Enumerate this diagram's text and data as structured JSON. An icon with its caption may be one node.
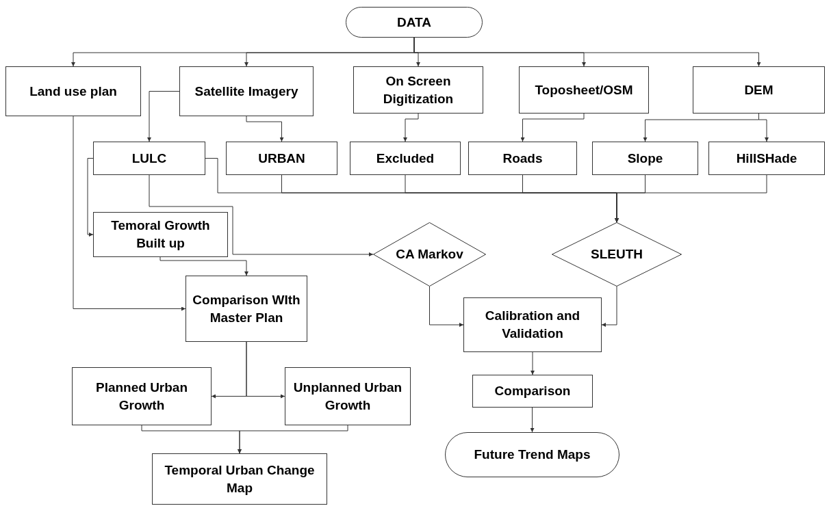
{
  "diagram": {
    "nodes": [
      {
        "text": [
          "DATA"
        ]
      },
      {
        "text": [
          "Land use plan"
        ]
      },
      {
        "text": [
          "Satellite Imagery"
        ]
      },
      {
        "text": [
          "On Screen Digitization"
        ]
      },
      {
        "text": [
          "Toposheet/OSM"
        ]
      },
      {
        "text": [
          "DEM"
        ]
      },
      {
        "text": [
          "LULC"
        ]
      },
      {
        "text": [
          "URBAN"
        ]
      },
      {
        "text": [
          "Excluded"
        ]
      },
      {
        "text": [
          "Roads"
        ]
      },
      {
        "text": [
          "Slope"
        ]
      },
      {
        "text": [
          "HillSHade"
        ]
      },
      {
        "text": [
          "Temoral Growth Built up"
        ]
      },
      {
        "text": [
          "CA Markov"
        ]
      },
      {
        "text": [
          "SLEUTH"
        ]
      },
      {
        "text": [
          "Comparison WIth Master Plan"
        ]
      },
      {
        "text": [
          "Calibration and Validation"
        ]
      },
      {
        "text": [
          "Planned Urban Growth"
        ]
      },
      {
        "text": [
          "Unplanned Urban Growth"
        ]
      },
      {
        "text": [
          "Comparison"
        ]
      },
      {
        "text": [
          "Future Trend Maps"
        ]
      },
      {
        "text": [
          "Temporal Urban Change Map"
        ]
      }
    ],
    "edges": [
      {
        "from": 0,
        "to": 1,
        "arrow": "to"
      },
      {
        "from": 0,
        "to": 2,
        "arrow": "to"
      },
      {
        "from": 0,
        "to": 3,
        "arrow": "to"
      },
      {
        "from": 0,
        "to": 4,
        "arrow": "to"
      },
      {
        "from": 0,
        "to": 5,
        "arrow": "to"
      },
      {
        "from": 2,
        "to": 6,
        "arrow": "to"
      },
      {
        "from": 2,
        "to": 7,
        "arrow": "to"
      },
      {
        "from": 3,
        "to": 8,
        "arrow": "to"
      },
      {
        "from": 4,
        "to": 9,
        "arrow": "to"
      },
      {
        "from": 5,
        "to": 10,
        "arrow": "to"
      },
      {
        "from": 5,
        "to": 11,
        "arrow": "to"
      },
      {
        "from": 6,
        "to": 12,
        "arrow": "to"
      },
      {
        "from": 6,
        "to": 14,
        "arrow": "to"
      },
      {
        "from": 7,
        "to": 14,
        "arrow": "to"
      },
      {
        "from": 8,
        "to": 14,
        "arrow": "to"
      },
      {
        "from": 9,
        "to": 14,
        "arrow": "to"
      },
      {
        "from": 10,
        "to": 14,
        "arrow": "to"
      },
      {
        "from": 11,
        "to": 14,
        "arrow": "to"
      },
      {
        "from": 6,
        "to": 13,
        "arrow": "to"
      },
      {
        "from": 12,
        "to": 15,
        "arrow": "to"
      },
      {
        "from": 1,
        "to": 15,
        "arrow": "to"
      },
      {
        "from": 13,
        "to": 16,
        "arrow": "to"
      },
      {
        "from": 14,
        "to": 16,
        "arrow": "to"
      },
      {
        "from": 15,
        "to": 17,
        "arrow": "to"
      },
      {
        "from": 15,
        "to": 18,
        "arrow": "to"
      },
      {
        "from": 17,
        "to": 21,
        "arrow": "to"
      },
      {
        "from": 18,
        "to": 21,
        "arrow": "to"
      },
      {
        "from": 16,
        "to": 19,
        "arrow": "to"
      },
      {
        "from": 19,
        "to": 20,
        "arrow": "to"
      }
    ]
  }
}
